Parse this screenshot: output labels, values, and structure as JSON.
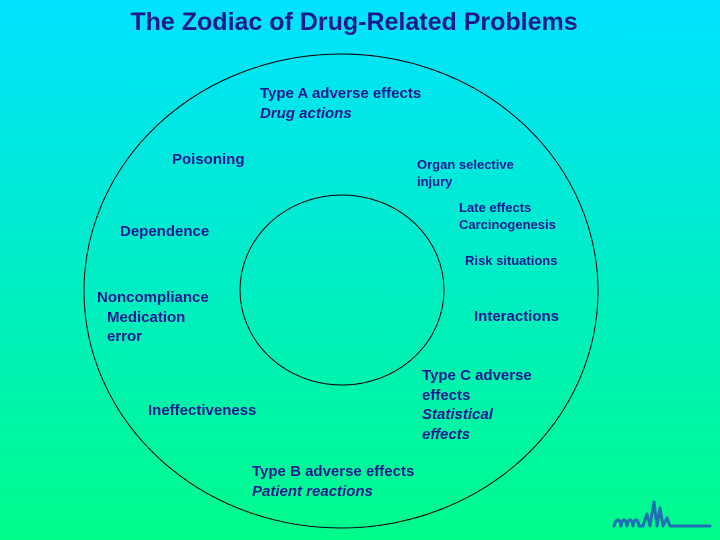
{
  "title": "The Zodiac of Drug-Related Problems",
  "labels": {
    "type_a": {
      "line1": "Type A adverse effects",
      "line2": "Drug actions"
    },
    "poisoning": "Poisoning",
    "organ": {
      "line1": "Organ selective",
      "line2": "injury"
    },
    "late": {
      "line1": "Late effects",
      "line2": "Carcinogenesis"
    },
    "dependence": "Dependence",
    "risk": "Risk situations",
    "noncompliance": {
      "line1": "Noncompliance",
      "line2": "Medication",
      "line3": "error"
    },
    "interactions": "Interactions",
    "type_c": {
      "line1": "Type C adverse",
      "line2": "effects",
      "line3": "Statistical",
      "line4": "effects"
    },
    "ineffectiveness": "Ineffectiveness",
    "type_b": {
      "line1": "Type B adverse effects",
      "line2": "Patient reactions"
    }
  },
  "colors": {
    "text": "#1a1a8c",
    "ring": "#000000",
    "logo": "#1f6fb2",
    "background_top": "#00e2ff",
    "background_bottom": "#00fb8a"
  }
}
